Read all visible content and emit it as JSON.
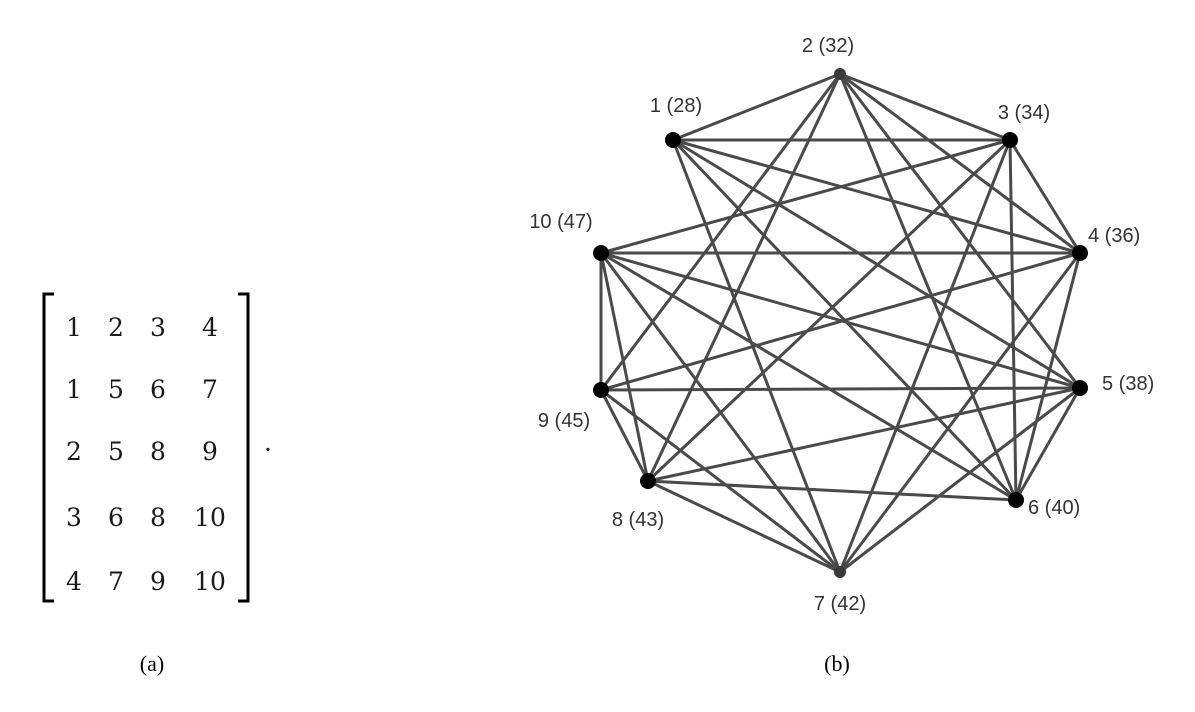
{
  "panel_a": {
    "matrix": [
      [
        "1",
        "2",
        "3",
        "4"
      ],
      [
        "1",
        "5",
        "6",
        "7"
      ],
      [
        "2",
        "5",
        "8",
        "9"
      ],
      [
        "3",
        "6",
        "8",
        "10"
      ],
      [
        "4",
        "7",
        "9",
        "10"
      ]
    ],
    "trailing_mark": "·",
    "caption": "(a)"
  },
  "panel_b": {
    "caption": "(b)",
    "node_color": "#000000",
    "edge_color": "#4a4a4a",
    "nodes": [
      {
        "id": "1",
        "label": "1 (28)"
      },
      {
        "id": "2",
        "label": "2 (32)"
      },
      {
        "id": "3",
        "label": "3 (34)"
      },
      {
        "id": "4",
        "label": "4 (36)"
      },
      {
        "id": "5",
        "label": "5 (38)"
      },
      {
        "id": "6",
        "label": "6 (40)"
      },
      {
        "id": "7",
        "label": "7 (42)"
      },
      {
        "id": "8",
        "label": "8 (43)"
      },
      {
        "id": "9",
        "label": "9 (45)"
      },
      {
        "id": "10",
        "label": "10 (47)"
      }
    ],
    "edges": [
      [
        "1",
        "2"
      ],
      [
        "1",
        "3"
      ],
      [
        "1",
        "4"
      ],
      [
        "1",
        "5"
      ],
      [
        "1",
        "6"
      ],
      [
        "1",
        "7"
      ],
      [
        "2",
        "3"
      ],
      [
        "2",
        "4"
      ],
      [
        "2",
        "5"
      ],
      [
        "2",
        "6"
      ],
      [
        "2",
        "8"
      ],
      [
        "2",
        "9"
      ],
      [
        "3",
        "4"
      ],
      [
        "3",
        "6"
      ],
      [
        "3",
        "8"
      ],
      [
        "3",
        "10"
      ],
      [
        "3",
        "7"
      ],
      [
        "4",
        "6"
      ],
      [
        "4",
        "9"
      ],
      [
        "4",
        "10"
      ],
      [
        "4",
        "7"
      ],
      [
        "5",
        "6"
      ],
      [
        "5",
        "8"
      ],
      [
        "5",
        "9"
      ],
      [
        "5",
        "10"
      ],
      [
        "5",
        "7"
      ],
      [
        "6",
        "8"
      ],
      [
        "6",
        "10"
      ],
      [
        "7",
        "8"
      ],
      [
        "7",
        "9"
      ],
      [
        "7",
        "10"
      ],
      [
        "8",
        "9"
      ],
      [
        "8",
        "10"
      ],
      [
        "9",
        "10"
      ]
    ]
  }
}
